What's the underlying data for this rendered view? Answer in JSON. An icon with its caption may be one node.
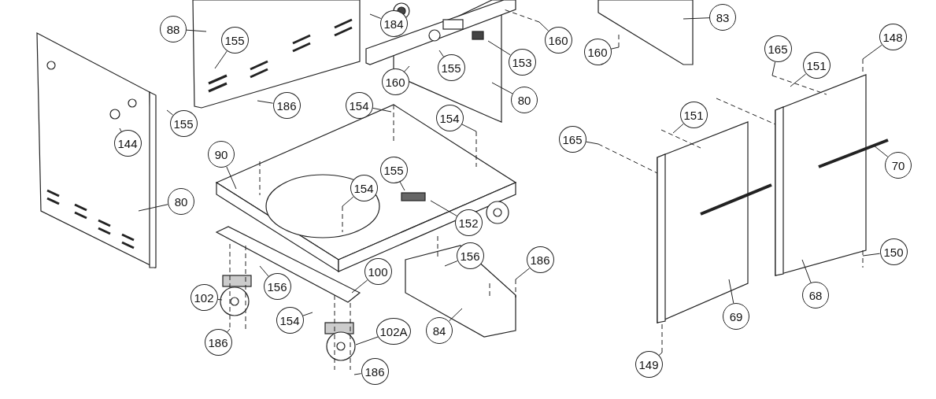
{
  "diagram": {
    "nodes": [
      {
        "text": [
          "184"
        ]
      },
      {
        "text": [
          "88"
        ]
      },
      {
        "text": [
          "155"
        ]
      },
      {
        "text": [
          "160"
        ]
      },
      {
        "text": [
          "153"
        ]
      },
      {
        "text": [
          "155"
        ]
      },
      {
        "text": [
          "160"
        ]
      },
      {
        "text": [
          "80"
        ]
      },
      {
        "text": [
          "186"
        ]
      },
      {
        "text": [
          "83"
        ]
      },
      {
        "text": [
          "160"
        ]
      },
      {
        "text": [
          "165"
        ]
      },
      {
        "text": [
          "151"
        ]
      },
      {
        "text": [
          "148"
        ]
      },
      {
        "text": [
          "155"
        ]
      },
      {
        "text": [
          "144"
        ]
      },
      {
        "text": [
          "154"
        ]
      },
      {
        "text": [
          "154"
        ]
      },
      {
        "text": [
          "90"
        ]
      },
      {
        "text": [
          "155"
        ]
      },
      {
        "text": [
          "154"
        ]
      },
      {
        "text": [
          "152"
        ]
      },
      {
        "text": [
          "151"
        ]
      },
      {
        "text": [
          "165"
        ]
      },
      {
        "text": [
          "70"
        ]
      },
      {
        "text": [
          "80"
        ]
      },
      {
        "text": [
          "100"
        ]
      },
      {
        "text": [
          "156"
        ]
      },
      {
        "text": [
          "156"
        ]
      },
      {
        "text": [
          "186"
        ]
      },
      {
        "text": [
          "102"
        ]
      },
      {
        "text": [
          "154"
        ]
      },
      {
        "text": [
          "84"
        ]
      },
      {
        "text": [
          "102A"
        ]
      },
      {
        "text": [
          "186"
        ]
      },
      {
        "text": [
          "69"
        ]
      },
      {
        "text": [
          "68"
        ]
      },
      {
        "text": [
          "150"
        ]
      },
      {
        "text": [
          "149"
        ]
      },
      {
        "text": [
          "186"
        ]
      }
    ],
    "edges": [
      {
        "from": 0,
        "to": null,
        "arrow": "none"
      },
      {
        "from": 1,
        "to": null,
        "arrow": "none"
      },
      {
        "from": 2,
        "to": null,
        "arrow": "none"
      },
      {
        "from": 3,
        "to": null,
        "arrow": "none"
      },
      {
        "from": 4,
        "to": null,
        "arrow": "none"
      },
      {
        "from": 5,
        "to": null,
        "arrow": "none"
      },
      {
        "from": 6,
        "to": null,
        "arrow": "none"
      },
      {
        "from": 7,
        "to": null,
        "arrow": "none"
      },
      {
        "from": 8,
        "to": null,
        "arrow": "none"
      },
      {
        "from": 9,
        "to": null,
        "arrow": "none"
      },
      {
        "from": 10,
        "to": null,
        "arrow": "none"
      },
      {
        "from": 11,
        "to": null,
        "arrow": "none"
      },
      {
        "from": 12,
        "to": null,
        "arrow": "none"
      },
      {
        "from": 13,
        "to": null,
        "arrow": "none"
      },
      {
        "from": 14,
        "to": null,
        "arrow": "none"
      },
      {
        "from": 15,
        "to": null,
        "arrow": "none"
      },
      {
        "from": 16,
        "to": null,
        "arrow": "none"
      },
      {
        "from": 17,
        "to": null,
        "arrow": "none"
      },
      {
        "from": 18,
        "to": null,
        "arrow": "none"
      },
      {
        "from": 19,
        "to": null,
        "arrow": "none"
      },
      {
        "from": 20,
        "to": null,
        "arrow": "none"
      },
      {
        "from": 21,
        "to": null,
        "arrow": "none"
      },
      {
        "from": 22,
        "to": null,
        "arrow": "none"
      },
      {
        "from": 23,
        "to": null,
        "arrow": "none"
      },
      {
        "from": 24,
        "to": null,
        "arrow": "none"
      },
      {
        "from": 25,
        "to": null,
        "arrow": "none"
      },
      {
        "from": 26,
        "to": null,
        "arrow": "none"
      },
      {
        "from": 27,
        "to": null,
        "arrow": "none"
      },
      {
        "from": 28,
        "to": null,
        "arrow": "none"
      },
      {
        "from": 29,
        "to": null,
        "arrow": "none"
      },
      {
        "from": 30,
        "to": null,
        "arrow": "none"
      },
      {
        "from": 31,
        "to": null,
        "arrow": "none"
      },
      {
        "from": 32,
        "to": null,
        "arrow": "none"
      },
      {
        "from": 33,
        "to": null,
        "arrow": "none"
      },
      {
        "from": 34,
        "to": null,
        "arrow": "none"
      },
      {
        "from": 35,
        "to": null,
        "arrow": "none"
      },
      {
        "from": 36,
        "to": null,
        "arrow": "none"
      },
      {
        "from": 37,
        "to": null,
        "arrow": "none"
      },
      {
        "from": 38,
        "to": null,
        "arrow": "none"
      },
      {
        "from": 39,
        "to": null,
        "arrow": "none"
      }
    ]
  }
}
